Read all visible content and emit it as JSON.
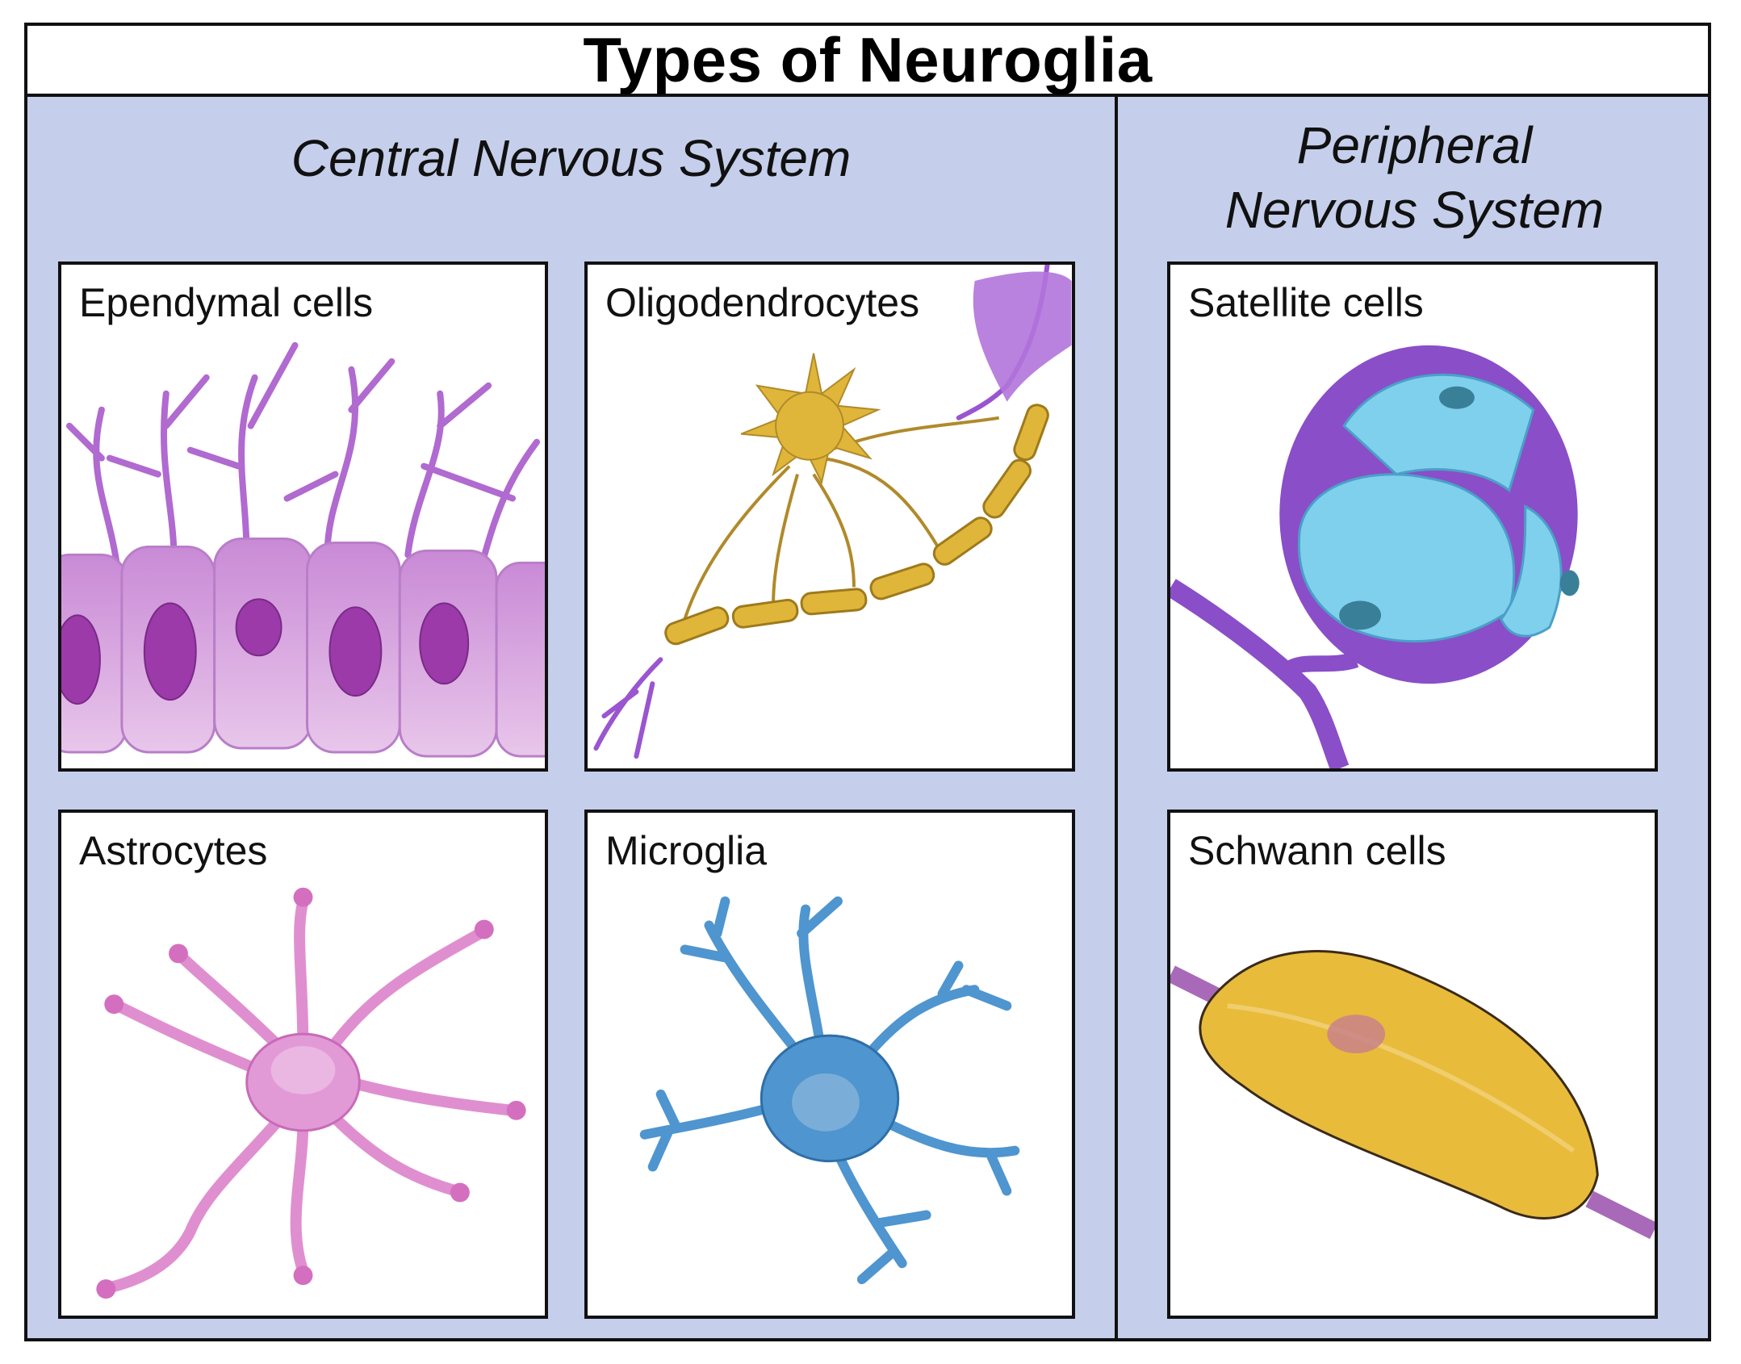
{
  "title": "Types of Neuroglia",
  "sections": {
    "cns": {
      "heading": "Central Nervous System"
    },
    "pns": {
      "heading_line1": "Peripheral",
      "heading_line2": "Nervous System"
    }
  },
  "panels": {
    "ependymal": {
      "label": "Ependymal cells",
      "icon": "ependymal-cells-illustration"
    },
    "oligodendrocytes": {
      "label": "Oligodendrocytes",
      "icon": "oligodendrocyte-illustration"
    },
    "astrocytes": {
      "label": "Astrocytes",
      "icon": "astrocyte-illustration"
    },
    "microglia": {
      "label": "Microglia",
      "icon": "microglia-illustration"
    },
    "satellite": {
      "label": "Satellite cells",
      "icon": "satellite-cells-illustration"
    },
    "schwann": {
      "label": "Schwann cells",
      "icon": "schwann-cell-illustration"
    }
  },
  "colors": {
    "background": "#c5cfeb",
    "ependymal": "#e3b8e6",
    "oligodendrocyte": "#e0b63a",
    "astrocyte": "#e79ad8",
    "microglia": "#4f95cf",
    "satellite": "#7fd0ec",
    "schwann": "#e8bb3a"
  }
}
